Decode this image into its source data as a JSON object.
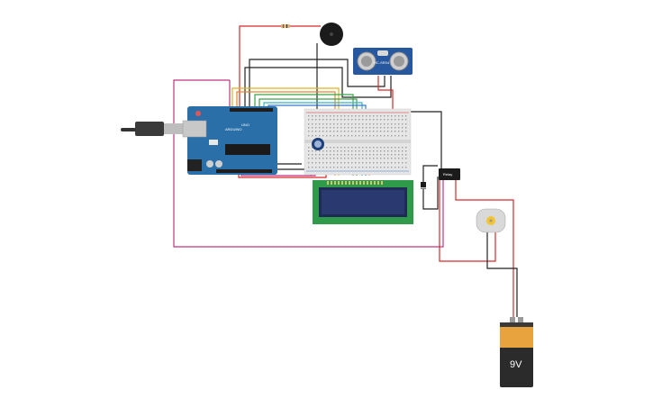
{
  "components": {
    "arduino": {
      "board_label": "UNO",
      "brand_label": "ARDUINO"
    },
    "ultrasonic": {
      "model_label": "HC-SR04"
    },
    "battery": {
      "voltage_label": "9V"
    },
    "relay": {
      "label": "Relay"
    }
  },
  "colors": {
    "wire_red": "#d62a2a",
    "wire_black": "#222222",
    "wire_magenta": "#c0357f",
    "wire_yellow": "#e0b21c",
    "wire_orange": "#e6862a",
    "wire_green": "#3aa24a",
    "wire_blue": "#3b78c8",
    "wire_cyan": "#35b5c8",
    "wire_gray": "#8a8a8a",
    "arduino_blue": "#2a6fa8",
    "lcd_green": "#2f9a4a",
    "lcd_screen": "#1e2b55",
    "sensor_blue": "#27579e",
    "battery_orange": "#e8a33e",
    "battery_body": "#2b2b2b"
  }
}
